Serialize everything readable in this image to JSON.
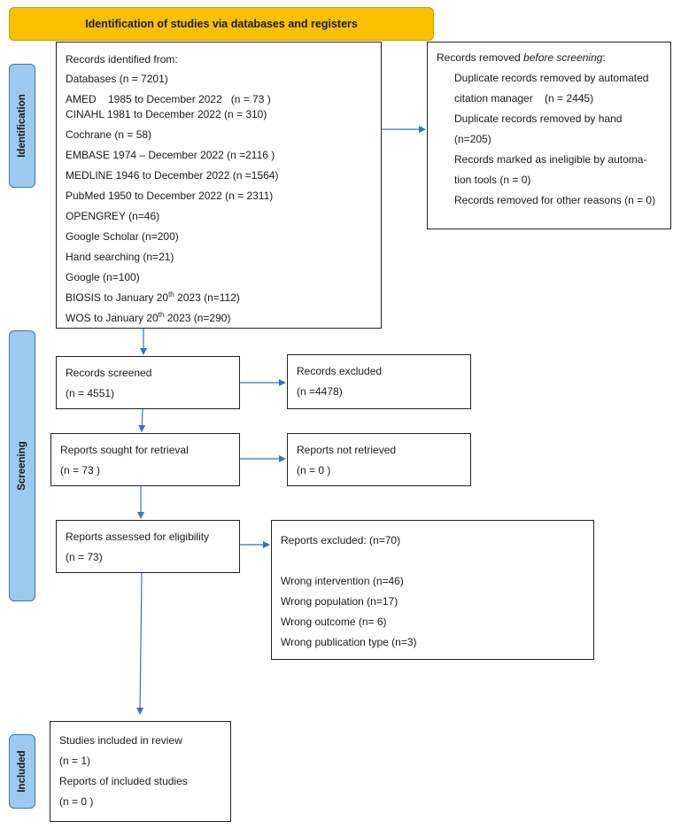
{
  "header": {
    "title": "Identification of studies via databases and registers"
  },
  "phases": {
    "identification": "Identification",
    "screening": "Screening",
    "included": "Included"
  },
  "identified": {
    "heading": "Records identified from:",
    "lines": [
      "Databases (n = 7201)",
      "AMED    1985 to December 2022   (n = 73 )",
      "CINAHL 1981 to December 2022 (n = 310)",
      "Cochrane (n = 58)",
      "EMBASE 1974 – December 2022 (n =2116 )",
      "MEDLINE 1946 to December 2022 (n =1564)",
      "PubMed 1950 to December 2022 (n = 2311)",
      "OPENGREY (n=46)",
      "Google Scholar (n=200)",
      "Hand searching (n=21)",
      "Google (n=100)"
    ],
    "biosis": {
      "pre": "BIOSIS to January 20",
      "sup": "th",
      "post": " 2023 (n=112)"
    },
    "wos": {
      "pre": "WOS to January 20",
      "sup": "th",
      "post": " 2023 (n=290)"
    }
  },
  "removed": {
    "heading_pre": "Records removed ",
    "heading_em": "before screening",
    "heading_post": ":",
    "lines": [
      "Duplicate records removed by automated",
      "citation manager    (n = 2445)",
      "Duplicate records removed by hand",
      "(n=205)",
      "Records marked as ineligible by automa-",
      "tion tools (n = 0)",
      "Records removed for other reasons (n = 0)"
    ]
  },
  "screened": {
    "label": "Records screened",
    "count": "(n = 4551)"
  },
  "excluded": {
    "label": "Records excluded",
    "count": "(n =4478)"
  },
  "sought": {
    "label": "Reports sought for retrieval",
    "count": "(n = 73 )"
  },
  "not_retrieved": {
    "label": "Reports not retrieved",
    "count": "(n = 0 )"
  },
  "assessed": {
    "label": "Reports assessed for eligibility",
    "count": "(n = 73)"
  },
  "reports_excluded": {
    "heading": "Reports excluded: (n=70)",
    "lines": [
      "Wrong intervention (n=46)",
      "Wrong population (n=17)",
      "Wrong outcome (n= 6)",
      "Wrong publication type (n=3)"
    ]
  },
  "included": {
    "lines": [
      "Studies included in review",
      "(n = 1)",
      "Reports of included studies",
      "(n = 0 )"
    ]
  },
  "colors": {
    "banner": "#f7c100",
    "phase_tab": "#9dc9ee",
    "arrow": "#2e75c6"
  }
}
